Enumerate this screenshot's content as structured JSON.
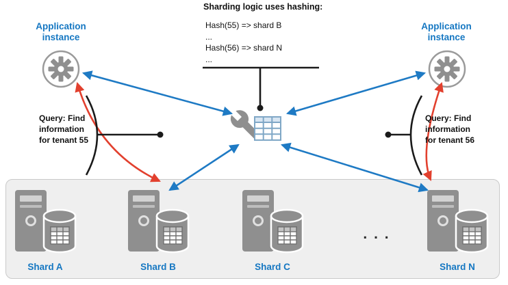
{
  "title": "Sharding logic uses hashing:",
  "hash_lines": [
    "Hash(55) => shard B",
    "...",
    "Hash(56) => shard N",
    "..."
  ],
  "app_left": {
    "label": "Application instance"
  },
  "app_right": {
    "label": "Application instance"
  },
  "query_left": {
    "text": "Query: Find information for tenant 55"
  },
  "query_right": {
    "text": "Query: Find information for tenant 56"
  },
  "ellipsis": ". . .",
  "shards": [
    {
      "label": "Shard A"
    },
    {
      "label": "Shard B"
    },
    {
      "label": "Shard C"
    },
    {
      "label": "Shard N"
    }
  ],
  "icons": {
    "app_instance": "gear-in-circle-icon",
    "shard_map": "wrench-and-table-icon",
    "shard": "server-with-database-icon"
  },
  "colors": {
    "accent_blue": "#1577c2",
    "arrow_blue": "#1e7ac4",
    "arrow_red": "#e2402e",
    "server_gray": "#8f8f8f",
    "panel_bg": "#efefef",
    "line_black": "#1a1a1a"
  }
}
